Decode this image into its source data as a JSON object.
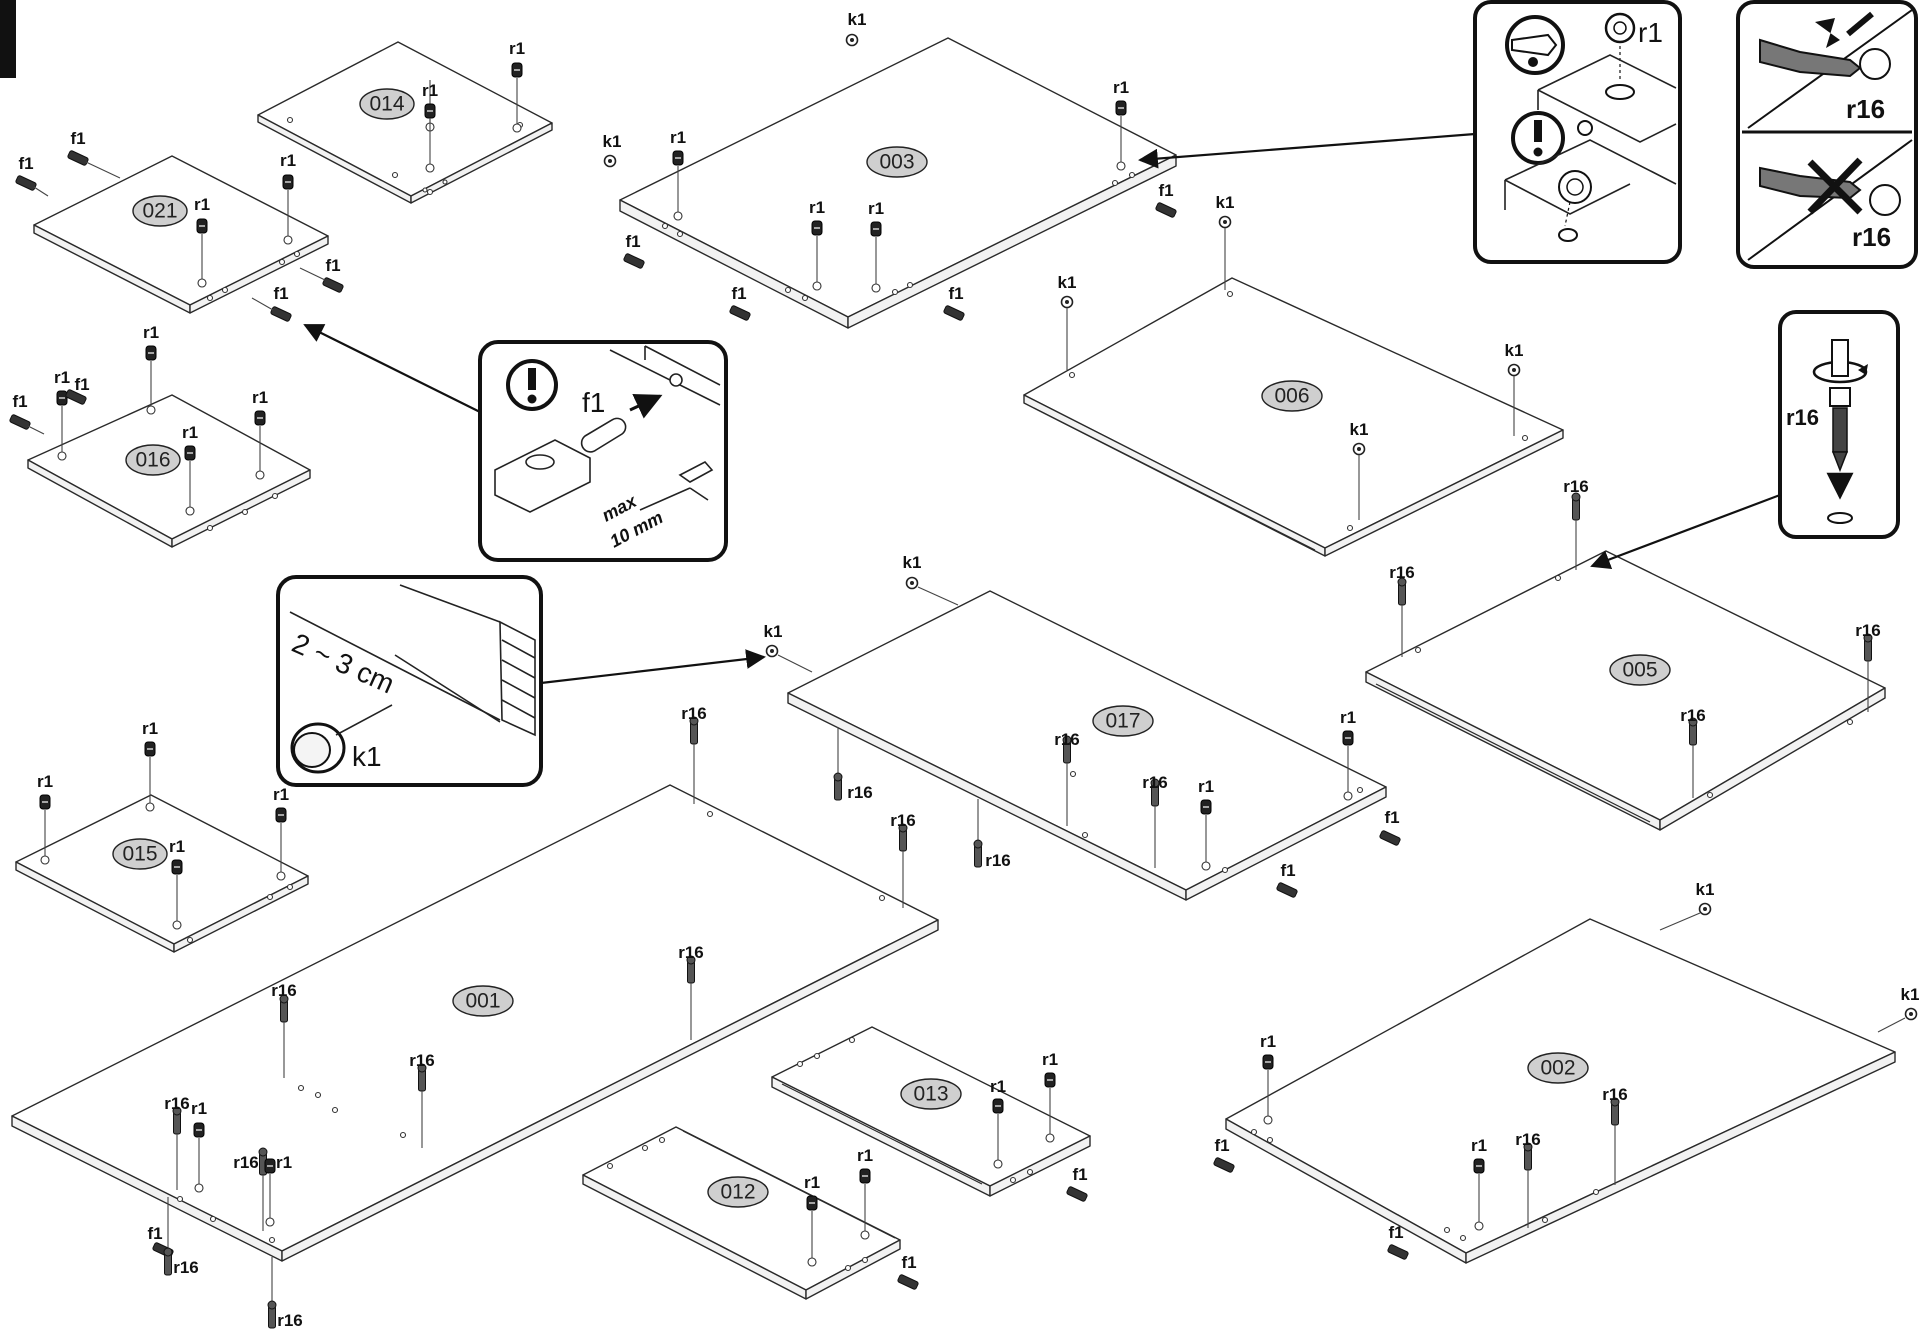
{
  "parts": {
    "p001": "001",
    "p002": "002",
    "p003": "003",
    "p005": "005",
    "p006": "006",
    "p012": "012",
    "p013": "013",
    "p014": "014",
    "p015": "015",
    "p016": "016",
    "p017": "017",
    "p021": "021"
  },
  "hardware": {
    "r1": "r1",
    "r16": "r16",
    "k1": "k1",
    "f1": "f1"
  },
  "callouts": {
    "dowel": {
      "hardware": "f1",
      "depth_label": "max",
      "depth_value": "10 mm"
    },
    "glide": {
      "distance": "2 ~ 3 cm",
      "hardware": "k1"
    },
    "cam": {
      "hardware": "r1"
    },
    "orientation": {
      "hardware_top": "r16",
      "hardware_bottom": "r16"
    },
    "screw": {
      "hardware": "r16"
    }
  },
  "icons": [
    "warning-icon",
    "wrench-icon",
    "screwdriver-icon",
    "cross-mark-icon",
    "arrow-icon"
  ]
}
